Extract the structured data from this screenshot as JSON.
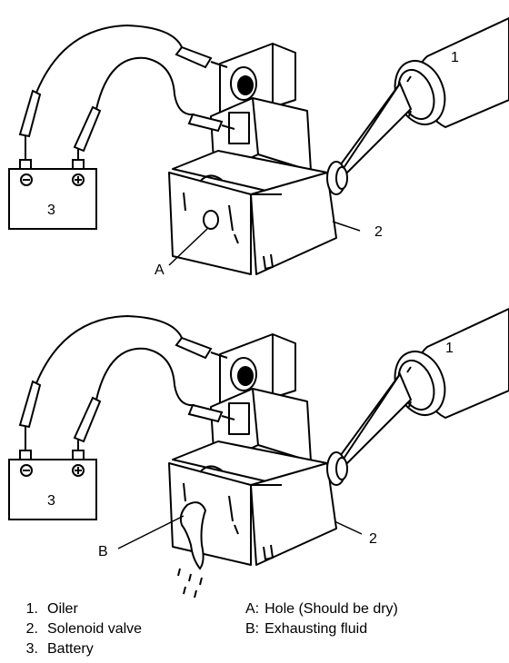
{
  "labels": {
    "top": {
      "oiler": "1",
      "valve": "2",
      "battery": "3",
      "hole": "A"
    },
    "bottom": {
      "oiler": "1",
      "valve": "2",
      "battery": "3",
      "fluid": "B"
    },
    "battery_minus": "⊖",
    "battery_plus": "⊕"
  },
  "legend": {
    "left": [
      {
        "num": "1.",
        "text": "Oiler"
      },
      {
        "num": "2.",
        "text": "Solenoid valve"
      },
      {
        "num": "3.",
        "text": "Battery"
      }
    ],
    "right": [
      {
        "key": "A:",
        "text": "Hole (Should be dry)"
      },
      {
        "key": "B:",
        "text": "Exhausting fluid"
      }
    ]
  }
}
